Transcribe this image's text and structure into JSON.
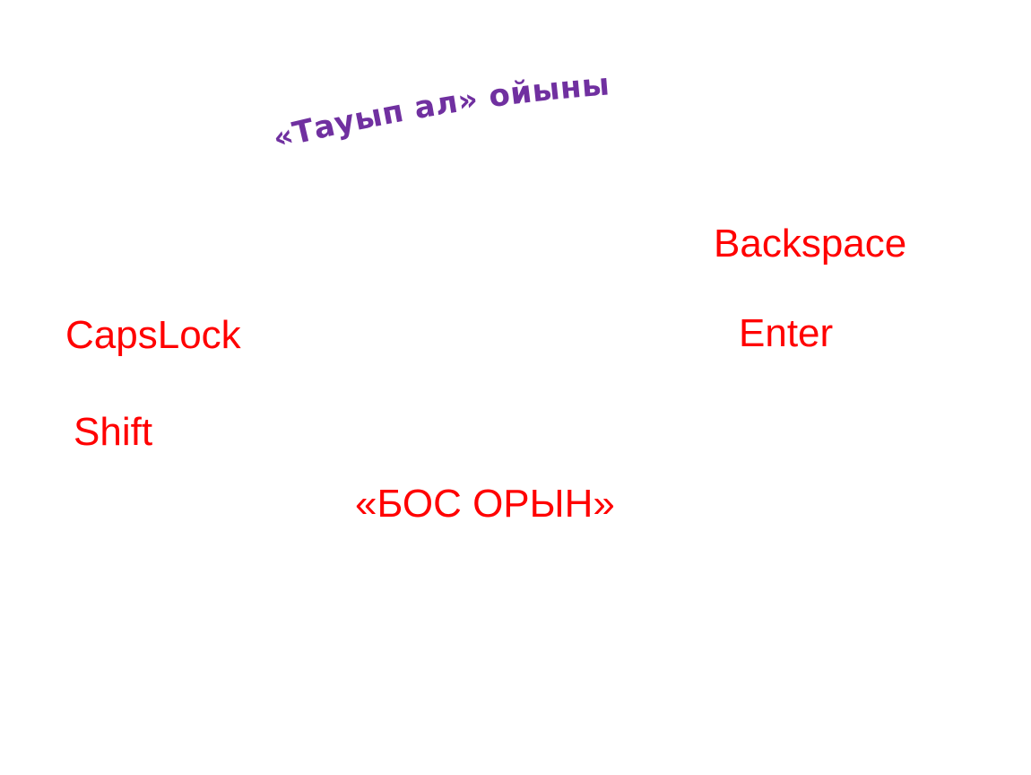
{
  "slide": {
    "title": "«Тауып ал»  ойыны",
    "title_color": "#7030a0",
    "word_color": "#ff0000",
    "words": {
      "backspace": "Backspace",
      "capslock": "CapsLock",
      "enter": "Enter",
      "shift": "Shift",
      "space": "«БОС ОРЫН»"
    }
  }
}
